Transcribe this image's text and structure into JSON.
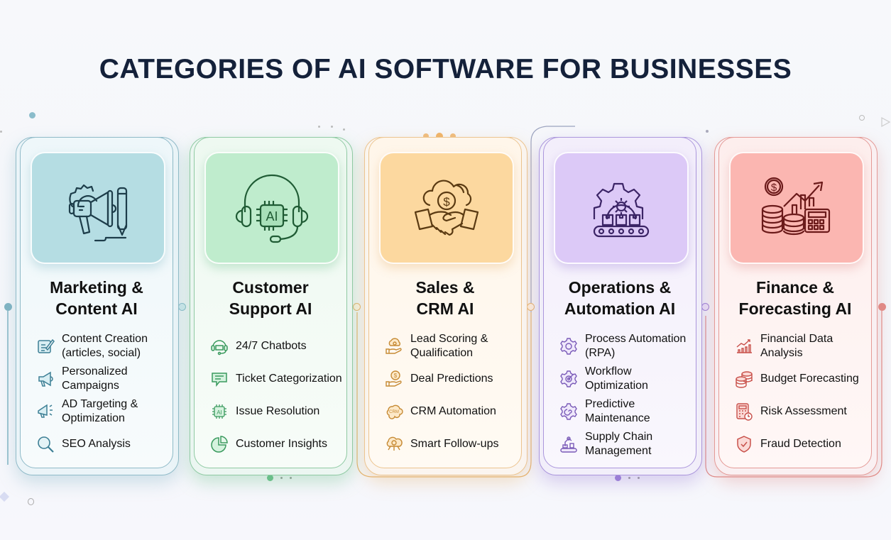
{
  "title": "CATEGORIES OF AI SOFTWARE FOR BUSINESSES",
  "colors": {
    "marketing": "#7fb3c2",
    "support": "#6bbf8a",
    "sales": "#e6b36e",
    "operations": "#9b7fd6",
    "finance": "#e08a86",
    "title": "#14213a"
  },
  "cards": [
    {
      "id": "marketing",
      "title_line1": "Marketing &",
      "title_line2": "Content AI",
      "main_icon": "megaphone-gear-pencil-icon",
      "items": [
        {
          "icon": "edit-document-icon",
          "label": "Content Creation (articles, social)"
        },
        {
          "icon": "megaphone-icon",
          "label": "Personalized Campaigns"
        },
        {
          "icon": "megaphone-sparkle-icon",
          "label": "AD Targeting & Optimization"
        },
        {
          "icon": "magnifier-icon",
          "label": "SEO Analysis"
        }
      ]
    },
    {
      "id": "support",
      "title_line1": "Customer",
      "title_line2": "Support AI",
      "main_icon": "headset-ai-chip-icon",
      "items": [
        {
          "icon": "headset-chat-icon",
          "label": "24/7 Chatbots"
        },
        {
          "icon": "chat-bubble-icon",
          "label": "Ticket Categorization"
        },
        {
          "icon": "ai-chip-icon",
          "label": "Issue Resolution"
        },
        {
          "icon": "pie-chart-icon",
          "label": "Customer Insights"
        }
      ]
    },
    {
      "id": "sales",
      "title_line1": "Sales &",
      "title_line2": "CRM AI",
      "main_icon": "handshake-cloud-dollar-icon",
      "items": [
        {
          "icon": "cloud-hand-icon",
          "label": "Lead Scoring & Qualification"
        },
        {
          "icon": "dollar-hand-icon",
          "label": "Deal Predictions"
        },
        {
          "icon": "crm-cloud-icon",
          "label": "CRM Automation"
        },
        {
          "icon": "cloud-dollar-network-icon",
          "label": "Smart Follow-ups"
        }
      ]
    },
    {
      "id": "operations",
      "title_line1": "Operations &",
      "title_line2": "Automation AI",
      "main_icon": "gear-conveyor-icon",
      "items": [
        {
          "icon": "gear-icon",
          "label": "Process Automation (RPA)"
        },
        {
          "icon": "gear-target-icon",
          "label": "Workflow Optimization"
        },
        {
          "icon": "gear-spiral-icon",
          "label": "Predictive Maintenance"
        },
        {
          "icon": "robot-arm-conveyor-icon",
          "label": "Supply Chain Management"
        }
      ]
    },
    {
      "id": "finance",
      "title_line1": "Finance &",
      "title_line2": "Forecasting AI",
      "main_icon": "coins-chart-calculator-icon",
      "items": [
        {
          "icon": "bar-chart-trend-icon",
          "label": "Financial Data Analysis"
        },
        {
          "icon": "coin-stack-icon",
          "label": "Budget Forecasting"
        },
        {
          "icon": "calculator-clock-icon",
          "label": "Risk Assessment"
        },
        {
          "icon": "shield-check-icon",
          "label": "Fraud Detection"
        }
      ]
    }
  ]
}
